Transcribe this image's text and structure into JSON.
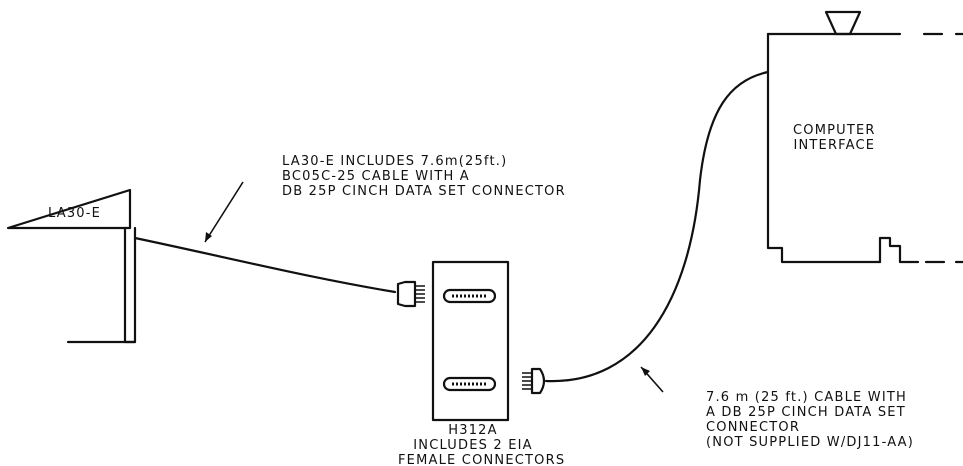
{
  "terminal": {
    "label": "LA30-E"
  },
  "top_note": {
    "lines": [
      "LA30-E INCLUDES 7.6m(25ft.)",
      "BC05C-25 CABLE WITH A",
      "DB 25P CINCH DATA SET CONNECTOR"
    ]
  },
  "interface": {
    "lines": [
      "COMPUTER",
      "INTERFACE"
    ]
  },
  "adapter": {
    "lines": [
      "H312A",
      "INCLUDES 2 EIA",
      "FEMALE CONNECTORS"
    ]
  },
  "cable_note": {
    "lines": [
      "7.6 m (25 ft.) CABLE WITH",
      "A DB 25P CINCH DATA SET",
      "CONNECTOR",
      "(NOT SUPPLIED W/DJ11-AA)"
    ]
  }
}
